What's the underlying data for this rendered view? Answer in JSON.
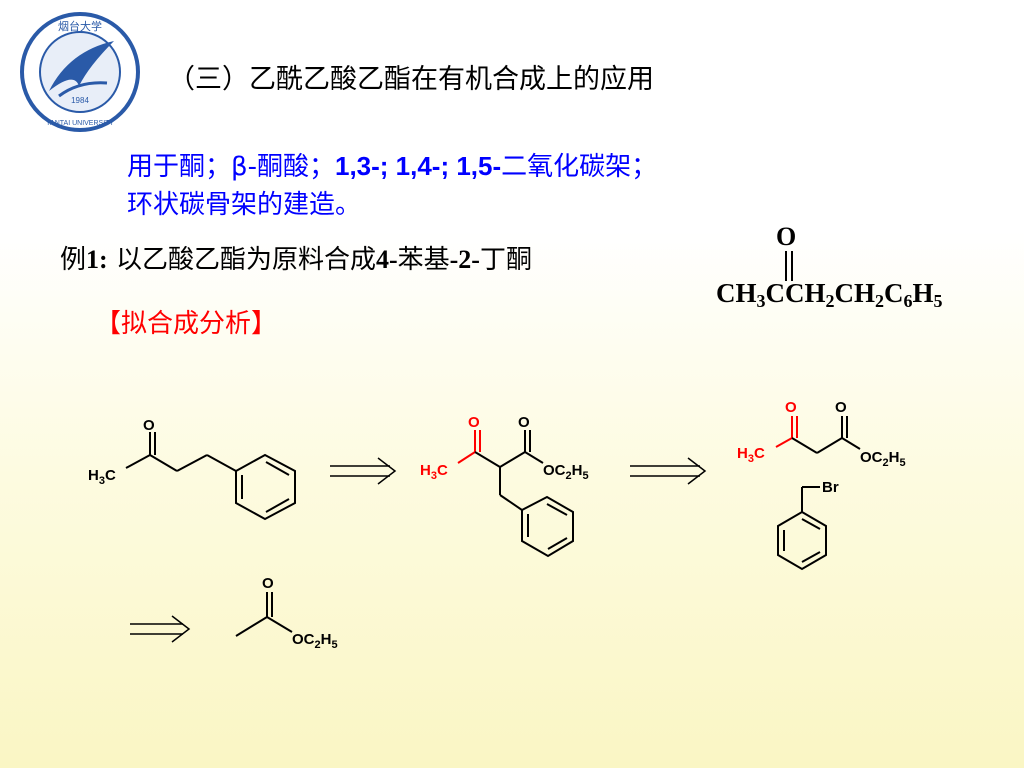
{
  "header": {
    "logo_text": "烟台大学",
    "logo_ring_text": "YANTAI UNIVERSITY",
    "logo_year": "1984",
    "title": "（三）乙酰乙酸乙酯在有机合成上的应用"
  },
  "intro": {
    "line1_text_a": "用于酮；β-酮酸；",
    "line1_numbers": "1,3-; 1,4-; 1,5-",
    "line1_text_b": "二氧化碳架；",
    "line2": "环状碳骨架的建造。"
  },
  "example": {
    "prefix": "例",
    "number": "1:",
    "text_a": " 以乙酸乙酯为原料合成",
    "num_a": "4-",
    "text_b": "苯基",
    "num_b": "-2-",
    "text_c": "丁酮"
  },
  "formula": {
    "oxygen": "O",
    "parts": [
      "CH",
      "3",
      "CCH",
      "2",
      "CH",
      "2",
      "C",
      "6",
      "H",
      "5"
    ]
  },
  "analysis_label": "【拟合成分析】",
  "scheme": {
    "target": {
      "O": "O",
      "H3C_main": "H",
      "H3C_sub": "3",
      "H3C_tail": "C"
    },
    "intermediate": {
      "O1": "O",
      "O2": "O",
      "OC2H5_a": "OC",
      "OC2H5_sub1": "2",
      "OC2H5_b": "H",
      "OC2H5_sub2": "5",
      "H3C_main": "H",
      "H3C_sub": "3",
      "H3C_tail": "C"
    },
    "reagents": {
      "O1": "O",
      "O2": "O",
      "OC2H5_a": "OC",
      "OC2H5_sub1": "2",
      "OC2H5_b": "H",
      "OC2H5_sub2": "5",
      "H3C_main": "H",
      "H3C_sub": "3",
      "H3C_tail": "C",
      "Br": "Br"
    },
    "start": {
      "O": "O",
      "OC2H5_a": "OC",
      "OC2H5_sub1": "2",
      "OC2H5_b": "H",
      "OC2H5_sub2": "5"
    }
  },
  "colors": {
    "blue_text": "#0000ff",
    "red_text": "#ff0000",
    "logo_blue": "#2a5aa8"
  }
}
